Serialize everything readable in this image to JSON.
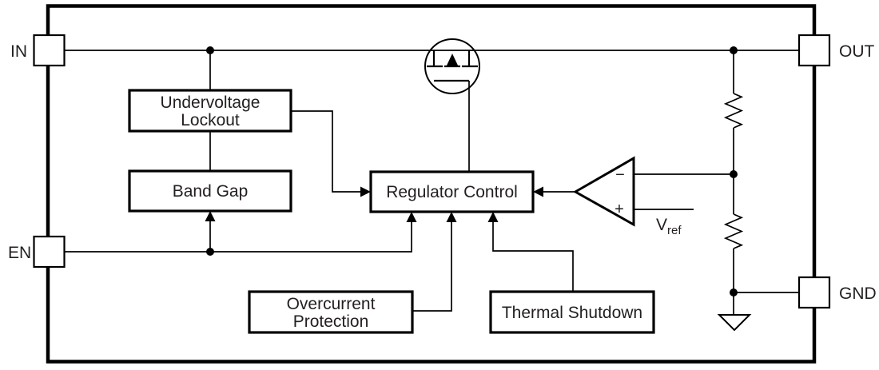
{
  "colors": {
    "wire": "#000000",
    "text": "#231f20",
    "background": "#ffffff"
  },
  "pins": {
    "in": "IN",
    "out": "OUT",
    "en": "EN",
    "gnd": "GND"
  },
  "blocks": {
    "undervoltage_lockout": {
      "line1": "Undervoltage",
      "line2": "Lockout"
    },
    "band_gap": {
      "label": "Band Gap"
    },
    "regulator_control": {
      "label": "Regulator Control"
    },
    "overcurrent_protection": {
      "line1": "Overcurrent",
      "line2": "Protection"
    },
    "thermal_shutdown": {
      "label": "Thermal Shutdown"
    }
  },
  "error_amplifier": {
    "inverting_input": "−",
    "noninverting_input": "+"
  },
  "reference": {
    "symbol": "V",
    "subscript": "ref"
  }
}
